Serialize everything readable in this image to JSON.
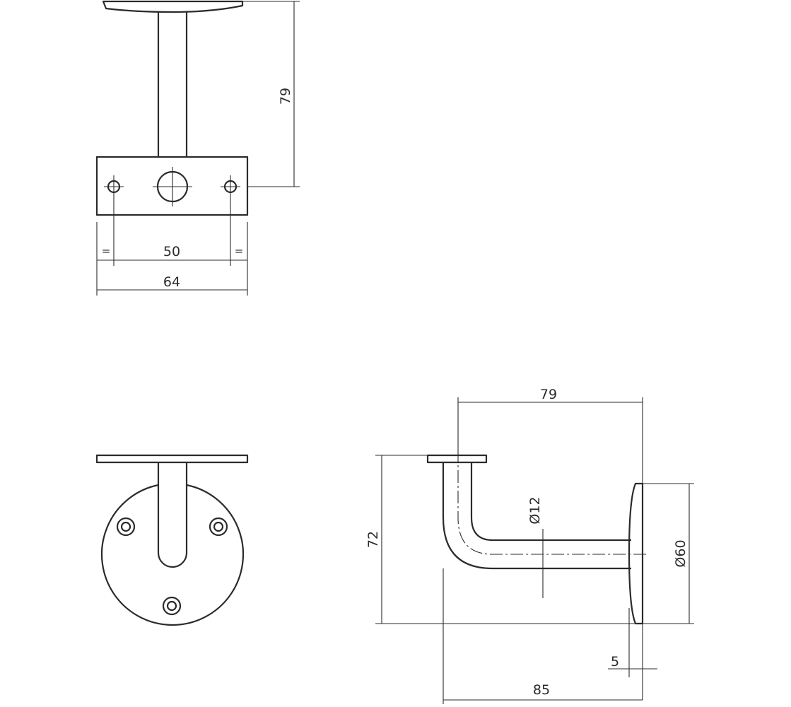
{
  "top_view": {
    "height": "79",
    "hole_spacing": "50",
    "plate_width": "64",
    "equal_left": "=",
    "equal_right": "="
  },
  "side_view": {
    "projection": "79",
    "height": "72",
    "rod_diameter": "Ø12",
    "plate_diameter": "Ø60",
    "plate_thickness": "5",
    "overall_depth": "85"
  }
}
